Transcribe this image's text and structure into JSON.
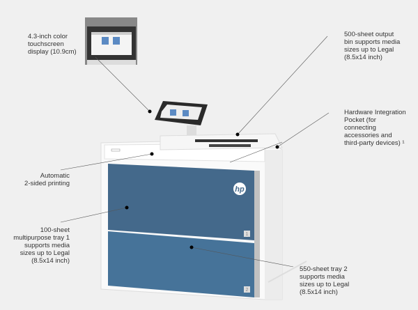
{
  "callouts": {
    "display": [
      "4.3-inch color",
      "touchscreen",
      "display (10.9cm)"
    ],
    "output_bin": [
      "500-sheet output",
      "bin supports media",
      "sizes up to Legal",
      "(8.5x14 inch)"
    ],
    "hip": [
      "Hardware Integration",
      "Pocket (for",
      "connecting",
      "accessories and",
      "third-party devices) ¹"
    ],
    "duplex": [
      "Automatic",
      "2-sided printing"
    ],
    "tray1": [
      "100-sheet",
      "multipurpose tray 1",
      "supports media",
      "sizes up to Legal",
      "(8.5x14 inch)"
    ],
    "tray2": [
      "550-sheet tray 2",
      "supports media",
      "sizes up to Legal",
      "(8.5x14 inch)"
    ]
  },
  "printer": {
    "logo": "hp",
    "tray1_number": "1",
    "tray2_number": "2"
  },
  "colors": {
    "background": "#f0f0f0",
    "tray_blue": "#44698b",
    "tray_blue_light": "#467399"
  }
}
